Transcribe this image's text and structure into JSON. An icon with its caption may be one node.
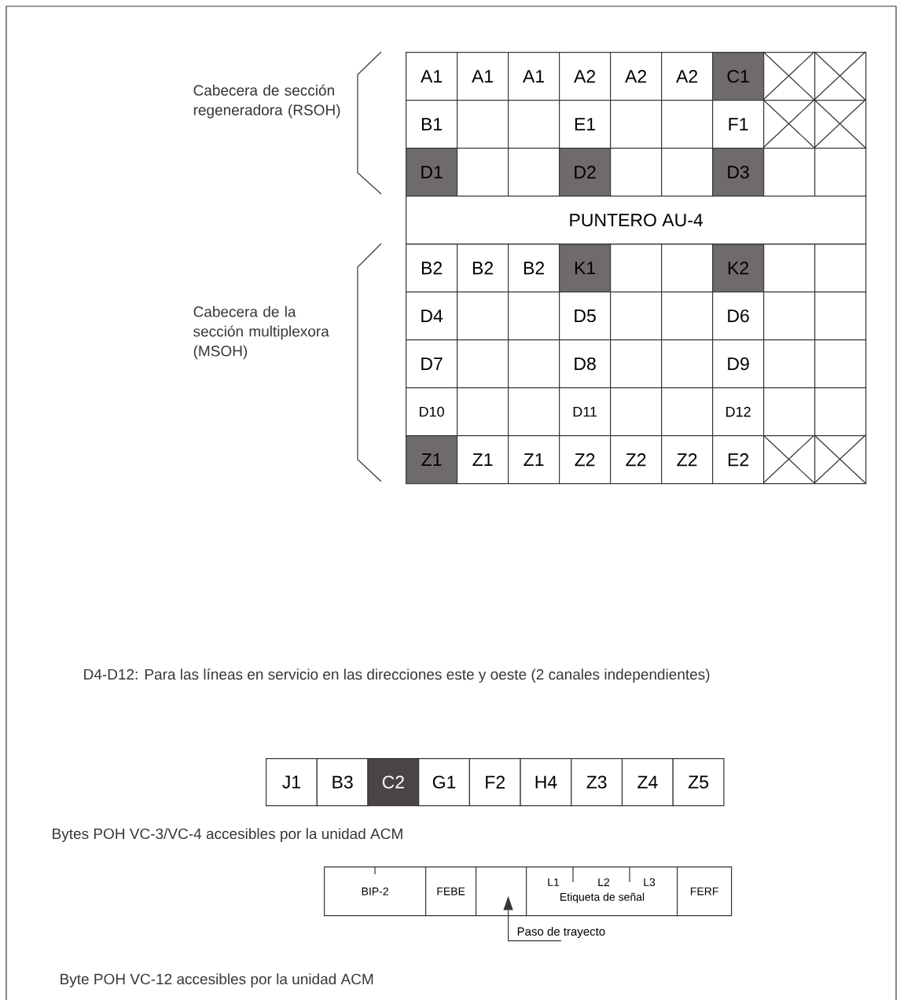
{
  "diagram": {
    "nodes": [
      {
        "text": [
          "Paso de trayecto"
        ]
      },
      {
        "text": [],
        "shape": "box"
      }
    ],
    "edges": [
      {
        "from": 0,
        "to": 1,
        "arrow": "to"
      }
    ],
    "labels": [
      "Cabecera de sección regeneradora (RSOH)",
      "A1",
      "A1",
      "A1",
      "A2",
      "A2",
      "A2",
      "C1",
      "B1",
      "E1",
      "F1",
      "D1",
      "D2",
      "D3",
      "PUNTERO AU-4",
      "Cabecera de la sección multiplexora (MSOH)",
      "B2",
      "B2",
      "B2",
      "K1",
      "K2",
      "D4",
      "D5",
      "D6",
      "D7",
      "D8",
      "D9",
      "D10",
      "D11",
      "D12",
      "Z1",
      "Z1",
      "Z1",
      "Z2",
      "Z2",
      "Z2",
      "E2",
      "D4-D12: Para las líneas en servicio en las direcciones este y oeste (2 canales independientes)",
      "J1",
      "B3",
      "C2",
      "G1",
      "F2",
      "H4",
      "Z3",
      "Z4",
      "Z5",
      "Bytes POH VC-3/VC-4 accesibles por la unidad ACM",
      "BIP-2",
      "FEBE",
      "L1",
      "L2",
      "L3",
      "Etiqueta de señal",
      "FERF",
      "Byte POH VC-12 accesibles por la unidad ACM"
    ]
  }
}
